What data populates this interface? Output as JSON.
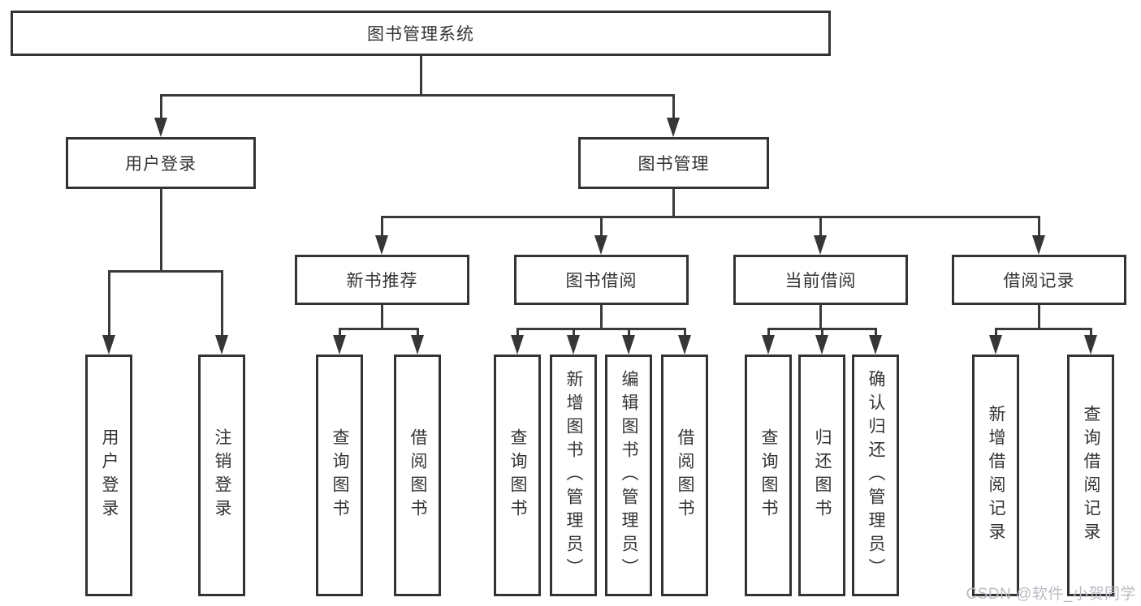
{
  "diagram": {
    "root": {
      "label": "图书管理系统"
    },
    "branches": [
      {
        "label": "用户登录",
        "children": [
          {
            "label": "用户登录"
          },
          {
            "label": "注销登录"
          }
        ]
      },
      {
        "label": "图书管理",
        "children": [
          {
            "label": "新书推荐",
            "children": [
              {
                "label": "查询图书"
              },
              {
                "label": "借阅图书"
              }
            ]
          },
          {
            "label": "图书借阅",
            "children": [
              {
                "label": "查询图书"
              },
              {
                "label": "新增图书（管理员）"
              },
              {
                "label": "编辑图书（管理员）"
              },
              {
                "label": "借阅图书"
              }
            ]
          },
          {
            "label": "当前借阅",
            "children": [
              {
                "label": "查询图书"
              },
              {
                "label": "归还图书"
              },
              {
                "label": "确认归还（管理员）"
              }
            ]
          },
          {
            "label": "借阅记录",
            "children": [
              {
                "label": "新增借阅记录"
              },
              {
                "label": "查询借阅记录"
              }
            ]
          }
        ]
      }
    ]
  },
  "watermark": {
    "text": "CSDN @软件_小贺同学"
  },
  "colors": {
    "background": "#ffffff",
    "box_border": "#333333",
    "connector": "#3a3a3a",
    "text": "#333333",
    "watermark_text": "#b9bdc3"
  }
}
